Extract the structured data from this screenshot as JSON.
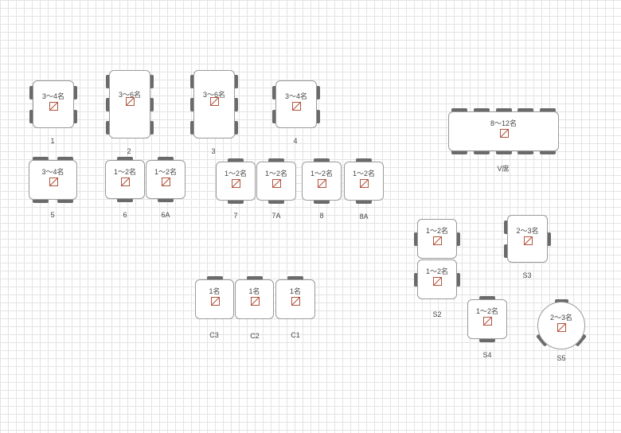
{
  "tables": [
    {
      "label": "1",
      "capacity": "3〜4名",
      "icon": "no-smoking-icon"
    },
    {
      "label": "2",
      "capacity": "3〜6名",
      "icon": "no-smoking-icon"
    },
    {
      "label": "3",
      "capacity": "3〜6名",
      "icon": "no-smoking-icon"
    },
    {
      "label": "4",
      "capacity": "3〜4名",
      "icon": "no-smoking-icon"
    },
    {
      "label": "V席",
      "capacity": "8〜12名",
      "icon": "no-smoking-icon"
    },
    {
      "label": "5",
      "capacity": "3〜4名",
      "icon": "no-smoking-icon"
    },
    {
      "label": "6",
      "capacity": "1〜2名",
      "icon": "no-smoking-icon"
    },
    {
      "label": "6A",
      "capacity": "1〜2名",
      "icon": "no-smoking-icon"
    },
    {
      "label": "7",
      "capacity": "1〜2名",
      "icon": "no-smoking-icon"
    },
    {
      "label": "7A",
      "capacity": "1〜2名",
      "icon": "no-smoking-icon"
    },
    {
      "label": "8",
      "capacity": "1〜2名",
      "icon": "no-smoking-icon"
    },
    {
      "label": "8A",
      "capacity": "1〜2名",
      "icon": "no-smoking-icon"
    },
    {
      "label": "S2",
      "capacity": "1〜2名",
      "icon": "no-smoking-icon"
    },
    {
      "label": "",
      "capacity": "1〜2名",
      "icon": "no-smoking-icon"
    },
    {
      "label": "S3",
      "capacity": "2〜3名",
      "icon": "no-smoking-icon"
    },
    {
      "label": "S4",
      "capacity": "1〜2名",
      "icon": "no-smoking-icon"
    },
    {
      "label": "S5",
      "capacity": "2〜3名",
      "icon": "no-smoking-icon"
    },
    {
      "label": "C3",
      "capacity": "1名",
      "icon": "no-smoking-icon"
    },
    {
      "label": "C2",
      "capacity": "1名",
      "icon": "no-smoking-icon"
    },
    {
      "label": "C1",
      "capacity": "1名",
      "icon": "no-smoking-icon"
    }
  ]
}
